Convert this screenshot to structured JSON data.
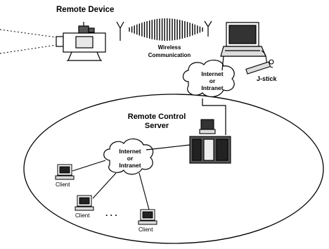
{
  "labels": {
    "remote_device": "Remote Device",
    "wireless_line1": "Wireless",
    "wireless_line2": "Communication",
    "jstick": "J-stick",
    "internet_top_1": "Internet",
    "internet_top_2": "or",
    "internet_top_3": "Intranet",
    "server_line1": "Remote Control",
    "server_line2": "Server",
    "internet_mid_1": "Internet",
    "internet_mid_2": "or",
    "internet_mid_3": "Intranet",
    "client_1": "Client",
    "client_2": "Client",
    "client_3": "Client",
    "ellipsis": ". . ."
  },
  "colors": {
    "ink": "#000000",
    "device_fill": "#e8e8e8",
    "screen_fill": "#222222",
    "laptop_screen": "#333333"
  }
}
